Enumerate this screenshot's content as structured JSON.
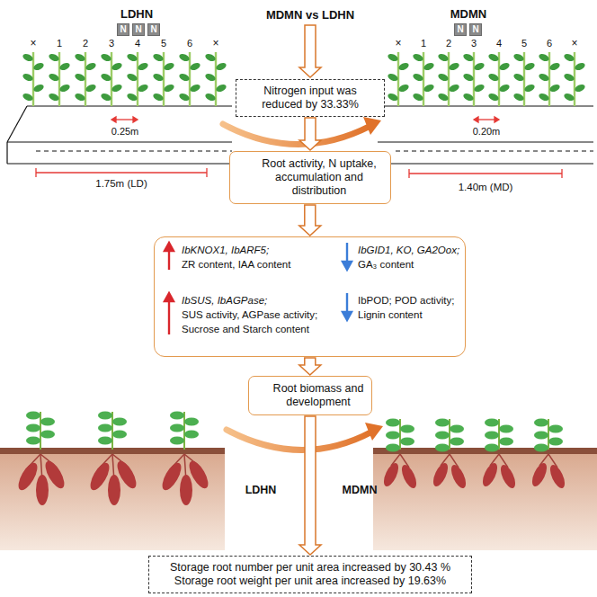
{
  "diagram": {
    "nodes": [
      {
        "text": [
          "N"
        ]
      },
      {
        "text": [
          "N"
        ]
      },
      {
        "text": [
          "N"
        ]
      },
      {
        "text": [
          "N"
        ]
      },
      {
        "text": [
          "N"
        ]
      },
      {
        "text": [
          "Nitrogen input was reduced by 33.33%"
        ]
      },
      {
        "text": [
          "Root activity, N uptake, accumulation and distribution"
        ]
      },
      {
        "text": [
          "IbKNOX1, IbARF5;",
          "ZR content, IAA content",
          "IbGID1, KO, GA2Oox;",
          "GA₃ content",
          "IbSUS, IbAGPase;",
          "SUS activity, AGPase activity;",
          "Sucrose and Starch content",
          "IbPOD; POD activity;",
          "Lignin content"
        ]
      },
      {
        "text": [
          "Root biomass and development"
        ]
      },
      {
        "text": [
          "Storage root number per unit area increased by 30.43 %",
          "Storage root weight per unit area increased by 19.63%"
        ]
      }
    ],
    "edges": [
      {
        "from": 5,
        "to": 6,
        "arrow": "to"
      },
      {
        "from": 6,
        "to": 7,
        "arrow": "to"
      },
      {
        "from": 7,
        "to": 8,
        "arrow": "to"
      },
      {
        "from": 8,
        "to": 9,
        "arrow": "to"
      }
    ],
    "labels": [
      "LDHN",
      "MDMN vs LDHN",
      "MDMN",
      "×",
      "1",
      "2",
      "3",
      "4",
      "5",
      "6",
      "×",
      "0.25m",
      "1.75m (LD)",
      "×",
      "1",
      "2",
      "3",
      "4",
      "5",
      "6",
      "×",
      "0.20m",
      "1.40m (MD)",
      "LDHN",
      "MDMN"
    ]
  }
}
